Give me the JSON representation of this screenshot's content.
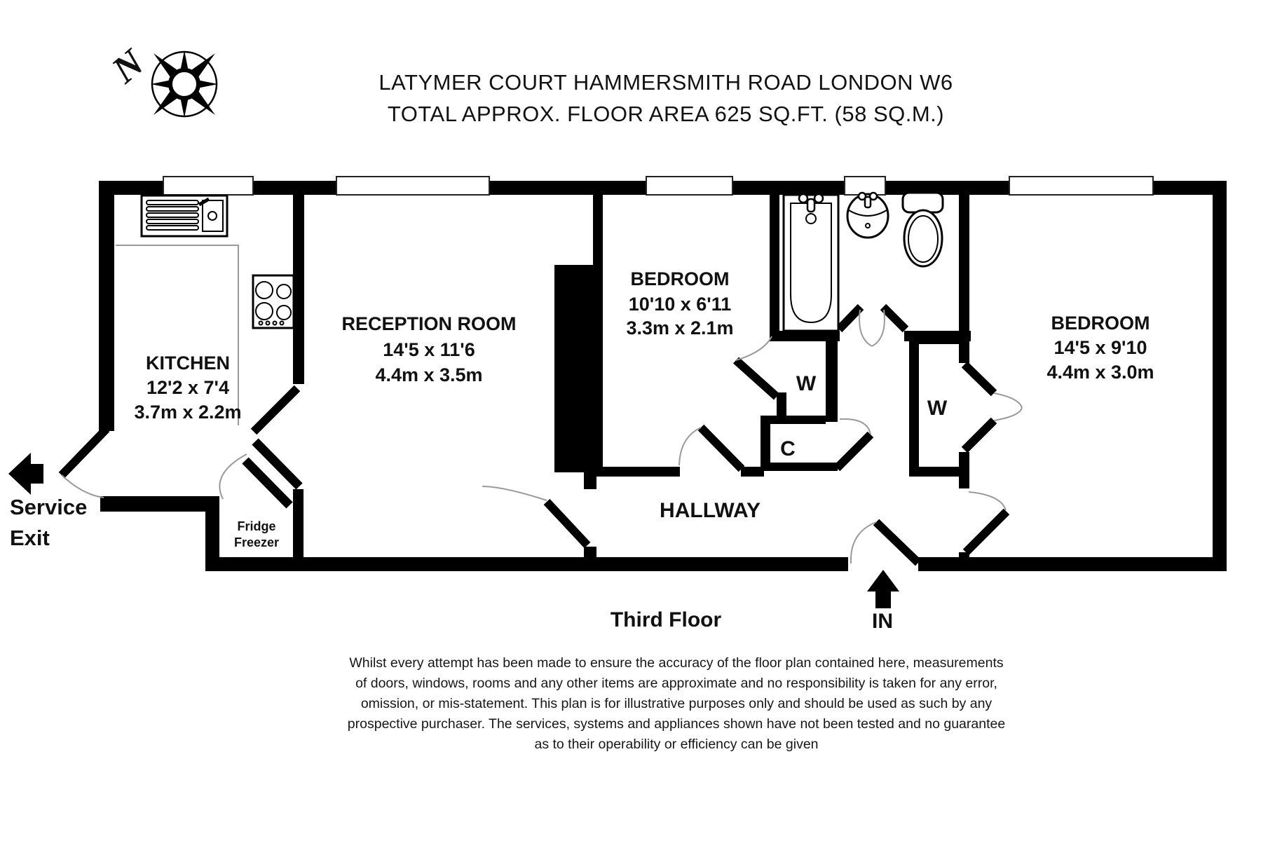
{
  "header": {
    "line1": "LATYMER COURT HAMMERSMITH ROAD LONDON W6",
    "line2": "TOTAL APPROX. FLOOR AREA 625 SQ.FT. (58 SQ.M.)"
  },
  "compass": {
    "north_label": "N"
  },
  "rooms": {
    "kitchen": {
      "name": "KITCHEN",
      "imperial": "12'2 x 7'4",
      "metric": "3.7m x 2.2m"
    },
    "reception": {
      "name": "RECEPTION ROOM",
      "imperial": "14'5 x 11'6",
      "metric": "4.4m x 3.5m"
    },
    "bedroom1": {
      "name": "BEDROOM",
      "imperial": "10'10 x 6'11",
      "metric": "3.3m x 2.1m"
    },
    "bedroom2": {
      "name": "BEDROOM",
      "imperial": "14'5 x 9'10",
      "metric": "4.4m x 3.0m"
    },
    "hallway": {
      "name": "HALLWAY"
    }
  },
  "features": {
    "wardrobe_left": "W",
    "wardrobe_right": "W",
    "cupboard": "C",
    "fridge_line1": "Fridge",
    "fridge_line2": "Freezer",
    "service_line1": "Service",
    "service_line2": "Exit",
    "entrance": "IN",
    "floor": "Third Floor"
  },
  "disclaimer": {
    "line1": "Whilst every attempt has been made to ensure the accuracy of the floor plan contained here, measurements",
    "line2": "of doors, windows, rooms and any other items are approximate and no responsibility is taken for any error,",
    "line3": "omission, or mis-statement. This plan is for illustrative purposes only and should be used as such by any",
    "line4": "prospective purchaser. The services, systems and appliances shown have not been tested and no guarantee",
    "line5": "as to their operability or efficiency can be given"
  },
  "colors": {
    "wall": "#000000",
    "door_arc": "#9a9a9a"
  }
}
